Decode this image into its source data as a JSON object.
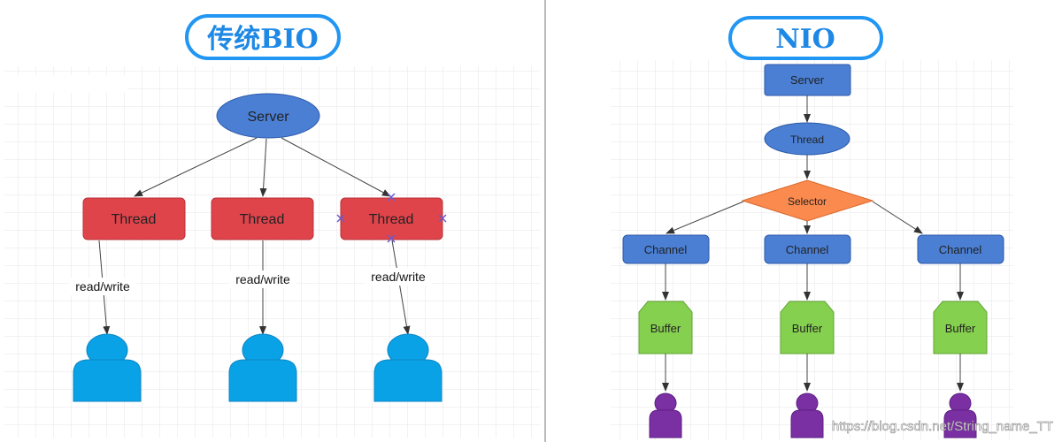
{
  "bio": {
    "title": "传统BIO",
    "server": "Server",
    "threads": [
      "Thread",
      "Thread",
      "Thread"
    ],
    "edge_labels": [
      "read/write",
      "read/write",
      "read/write"
    ],
    "colors": {
      "server": "#4a7fd4",
      "thread": "#e0444b",
      "client": "#0aa2e6"
    }
  },
  "nio": {
    "title": "NIO",
    "server": "Server",
    "thread": "Thread",
    "selector": "Selector",
    "channels": [
      "Channel",
      "Channel",
      "Channel"
    ],
    "buffers": [
      "Buffer",
      "Buffer",
      "Buffer"
    ],
    "colors": {
      "server": "#4a7fd4",
      "selector": "#fb8a4e",
      "buffer": "#86d04f",
      "client": "#7a2fa3"
    }
  },
  "watermark": "https://blog.csdn.net/String_name_TT"
}
